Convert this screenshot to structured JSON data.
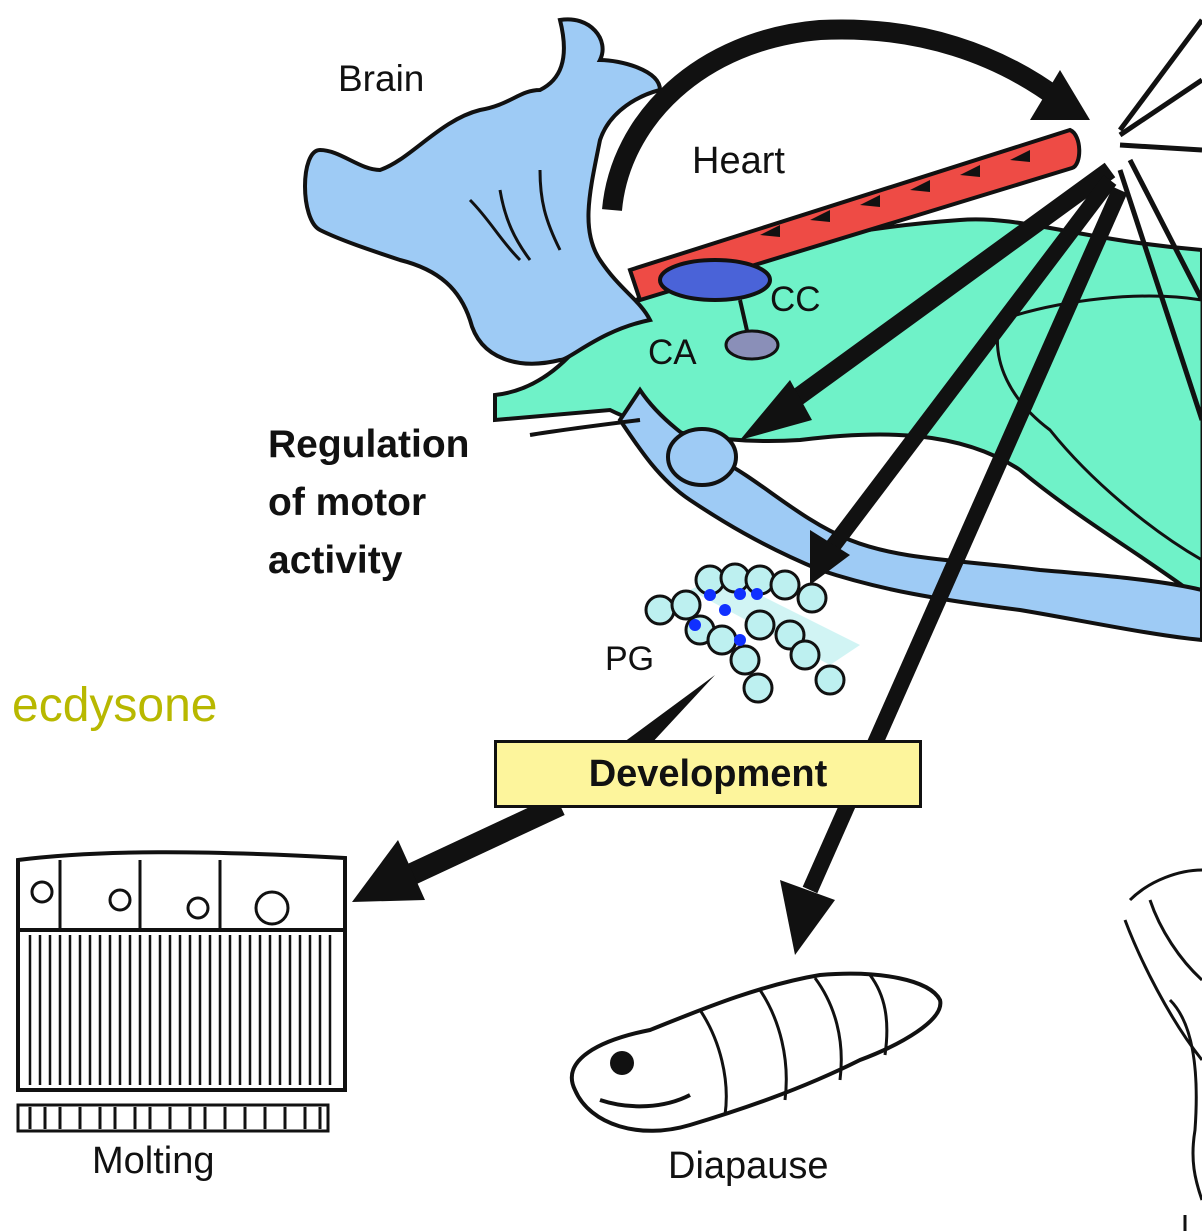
{
  "labels": {
    "brain": "Brain",
    "heart": "Heart",
    "cc": "CC",
    "ca": "CA",
    "regulation_line1": "Regulation",
    "regulation_line2": "of motor",
    "regulation_line3": "activity",
    "pg": "PG",
    "ecdysone": "ecdysone",
    "development": "Development",
    "molting": "Molting",
    "diapause": "Diapause"
  },
  "colors": {
    "brain_nerve": "#9ecbf5",
    "heart": "#ee4b45",
    "gut": "#6ff2c8",
    "corpus_cardiacum": "#4a63d8",
    "corpus_allatum": "#8a8fb8",
    "prothoracic_gland": "#bdf0f0",
    "development_box": "#fdf59c",
    "ecdysone_text": "#b8b800",
    "dots": "#1030ff"
  }
}
